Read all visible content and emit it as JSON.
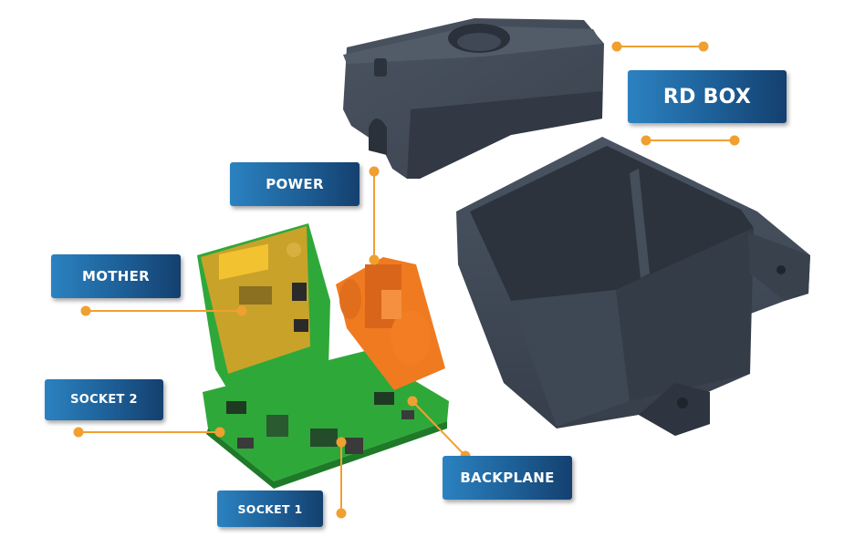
{
  "labels": {
    "rd_box": "RD BOX",
    "power": "POWER",
    "mother": "MOTHER",
    "socket_2": "SOCKET 2",
    "socket_1": "SOCKET 1",
    "backplane": "BACKPLANE"
  },
  "colors": {
    "accent_orange": "#f0a030",
    "label_blue_light": "#2b82c0",
    "label_blue_dark": "#14406f",
    "enclosure_gray": "#3a4350",
    "pcb_green": "#2fa83a",
    "mother_yellow": "#c9a22a",
    "power_orange": "#f07a20"
  }
}
